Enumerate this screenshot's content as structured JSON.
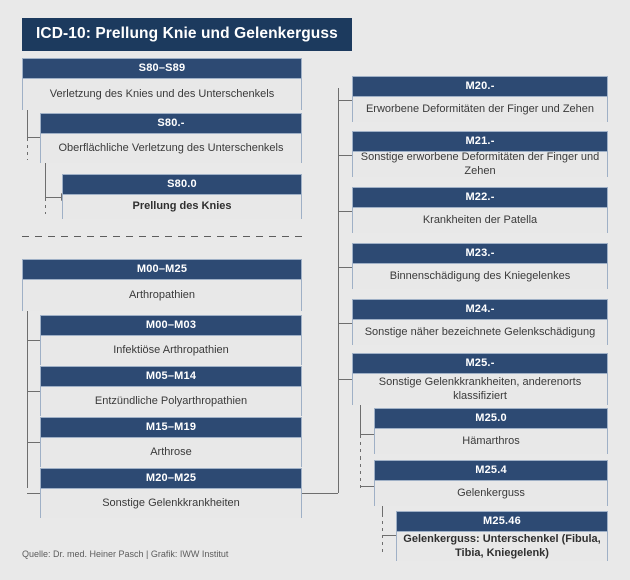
{
  "title": "ICD-10: Prellung Knie und Gelenkerguss",
  "footer": "Quelle: Dr. med. Heiner Pasch | Grafik: IWW Institut",
  "colors": {
    "title_bar": "#1c3a5e",
    "node_header": "#2d4a73",
    "node_body": "#e8e8e8",
    "page_background": "#e9e9e9",
    "connector": "#6e6e6e",
    "node_border": "#9fb0c6"
  },
  "left_column": {
    "injury_group": [
      {
        "code": "S80–S89",
        "label": "Verletzung des Knies und des Unterschenkels"
      },
      {
        "code": "S80.-",
        "label": "Oberflächliche Verletzung des Unterschenkels"
      },
      {
        "code": "S80.0",
        "label": "Prellung des Knies"
      }
    ],
    "arthropathy_group": [
      {
        "code": "M00–M25",
        "label": "Arthropathien"
      },
      {
        "code": "M00–M03",
        "label": "Infektiöse Arthropathien"
      },
      {
        "code": "M05–M14",
        "label": "Entzündliche Polyarthropathien"
      },
      {
        "code": "M15–M19",
        "label": "Arthrose"
      },
      {
        "code": "M20–M25",
        "label": "Sonstige Gelenkkrankheiten"
      }
    ]
  },
  "right_column": {
    "items": [
      {
        "code": "M20.-",
        "label": "Erworbene Deformitäten der Finger und Zehen"
      },
      {
        "code": "M21.-",
        "label": "Sonstige erworbene Deformitäten der Finger und Zehen"
      },
      {
        "code": "M22.-",
        "label": "Krankheiten der Patella"
      },
      {
        "code": "M23.-",
        "label": "Binnenschädigung des Kniegelenkes"
      },
      {
        "code": "M24.-",
        "label": "Sonstige näher bezeichnete Gelenkschädigung"
      },
      {
        "code": "M25.-",
        "label": "Sonstige Gelenkkrankheiten, anderenorts klassifiziert"
      },
      {
        "code": "M25.0",
        "label": "Hämarthros"
      },
      {
        "code": "M25.4",
        "label": "Gelenkerguss"
      },
      {
        "code": "M25.46",
        "label": "Gelenkerguss: Unterschenkel (Fibula, Tibia, Kniegelenk)"
      }
    ]
  }
}
